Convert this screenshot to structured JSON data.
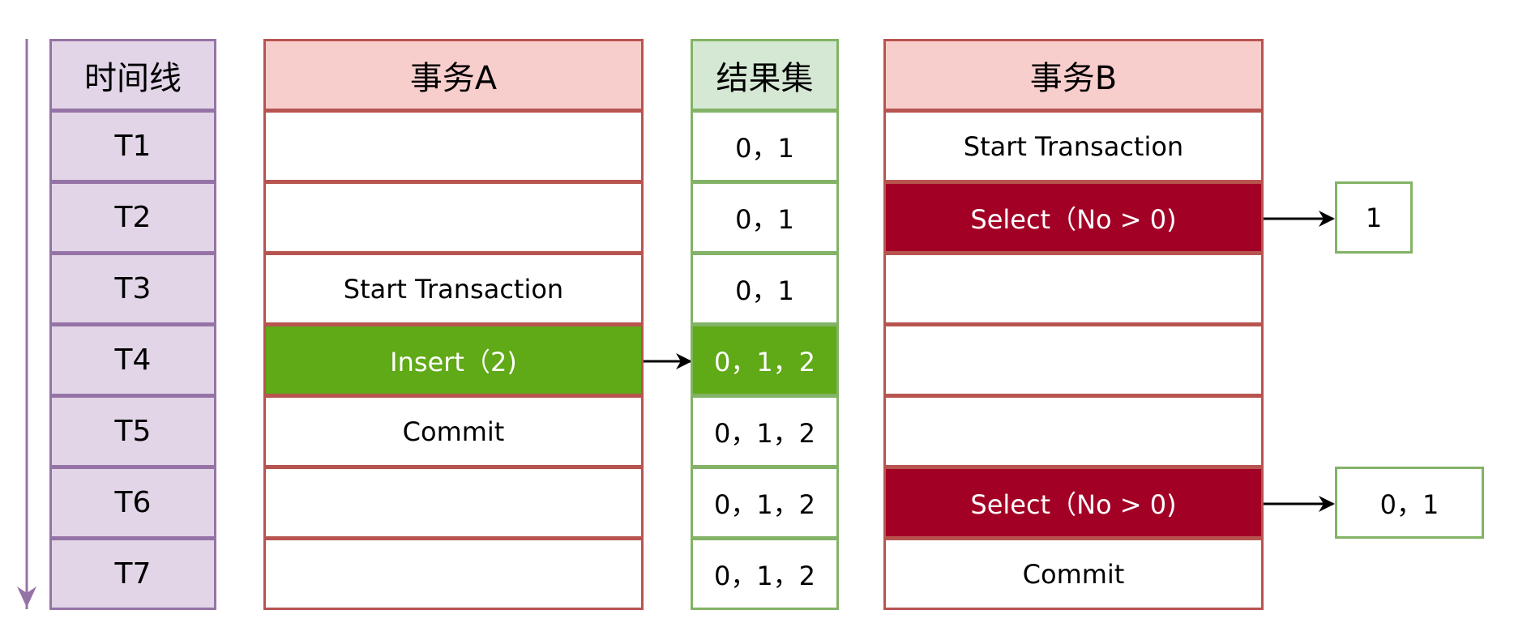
{
  "timeline": {
    "header": "时间线",
    "rows": [
      "T1",
      "T2",
      "T3",
      "T4",
      "T5",
      "T6",
      "T7"
    ]
  },
  "transaction_a": {
    "header": "事务A",
    "rows": [
      "",
      "",
      "Start Transaction",
      "Insert（2)",
      "Commit",
      "",
      ""
    ]
  },
  "result_set": {
    "header": "结果集",
    "rows": [
      "0，1",
      "0，1",
      "0，1",
      "0，1，2",
      "0，1，2",
      "0，1，2",
      "0，1，2"
    ]
  },
  "transaction_b": {
    "header": "事务B",
    "rows": [
      "Start Transaction",
      "Select（No > 0)",
      "",
      "",
      "",
      "Select（No > 0)",
      "Commit"
    ]
  },
  "query_results": {
    "t2": "1",
    "t6": "0，1"
  },
  "colors": {
    "timeline_fill": "#e1d5e7",
    "timeline_border": "#9673a6",
    "red_header_fill": "#f8cecc",
    "red_border": "#b85450",
    "green_header_fill": "#d5e8d4",
    "green_border": "#82b366",
    "insert_fill": "#60a917",
    "select_fill": "#a20025"
  }
}
